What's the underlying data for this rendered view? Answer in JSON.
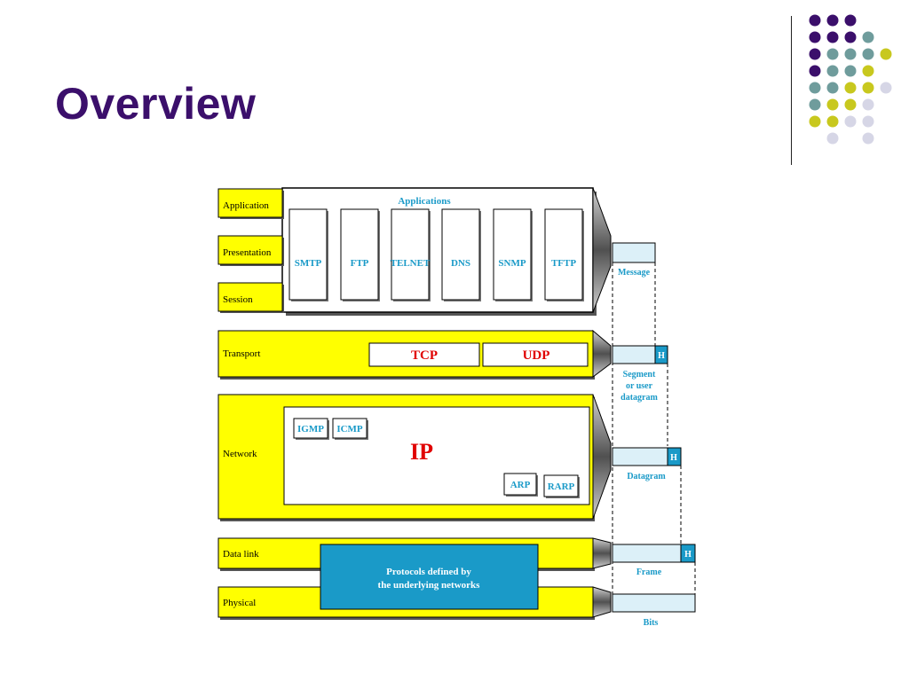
{
  "slide": {
    "title": "Overview"
  },
  "dot_colors": {
    "purple": "#3b0f6b",
    "teal": "#6f9c9c",
    "olive": "#c8c81e",
    "lavender": "#d6d6e6"
  },
  "diagram": {
    "layers": {
      "application": "Application",
      "presentation": "Presentation",
      "session": "Session",
      "transport": "Transport",
      "network": "Network",
      "data_link": "Data link",
      "physical": "Physical"
    },
    "applications_header": "Applications",
    "applications": [
      "SMTP",
      "FTP",
      "TELNET",
      "DNS",
      "SNMP",
      "TFTP"
    ],
    "transport_protocols": {
      "tcp": "TCP",
      "udp": "UDP"
    },
    "network_protocols": {
      "igmp": "IGMP",
      "icmp": "ICMP",
      "ip": "IP",
      "arp": "ARP",
      "rarp": "RARP"
    },
    "underlying": {
      "line1": "Protocols defined by",
      "line2": "the underlying networks"
    },
    "units": {
      "message": "Message",
      "segment1": "Segment",
      "segment2": "or user",
      "segment3": "datagram",
      "datagram": "Datagram",
      "frame": "Frame",
      "bits": "Bits",
      "header": "H"
    },
    "colors": {
      "layer_fill": "#ffff00",
      "blue_text": "#1a9ac8",
      "red_text": "#e00000",
      "underlying_fill": "#1a9ac8",
      "unit_fill": "#dcf0f8"
    }
  }
}
